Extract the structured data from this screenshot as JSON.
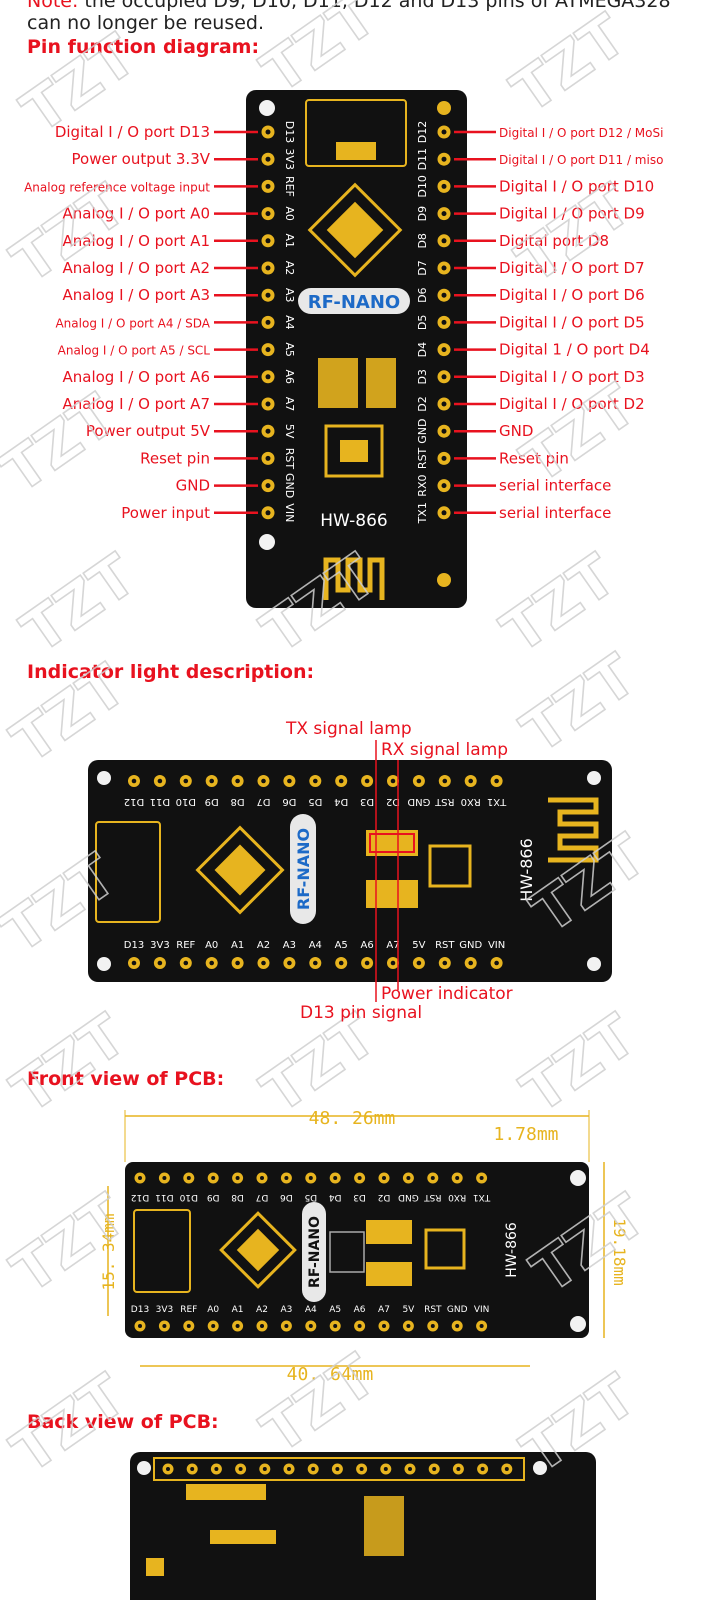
{
  "note": {
    "prefix": "Note:",
    "text": " the occupied D9, D10, D11, D12 and D13 pins of ATMEGA328",
    "text2": "can no longer be reused."
  },
  "sections": {
    "pin_function": "Pin function diagram:",
    "indicator": "Indicator light description:",
    "front_view": "Front view of PCB:",
    "back_view": "Back view of PCB:"
  },
  "watermark": "TZT",
  "board": {
    "chip_label": "RF-NANO",
    "module_label": "HW-866"
  },
  "pins_left": [
    {
      "pin": "D13",
      "label": "Digital I / O port D13"
    },
    {
      "pin": "3V3",
      "label": "Power output 3.3V"
    },
    {
      "pin": "REF",
      "label": "Analog reference voltage input"
    },
    {
      "pin": "A0",
      "label": "Analog I / O port A0"
    },
    {
      "pin": "A1",
      "label": "Analog I / O port A1"
    },
    {
      "pin": "A2",
      "label": "Analog I / O port A2"
    },
    {
      "pin": "A3",
      "label": "Analog I / O port A3"
    },
    {
      "pin": "A4",
      "label": "Analog I / O port A4 / SDA"
    },
    {
      "pin": "A5",
      "label": "Analog I / O port A5 / SCL"
    },
    {
      "pin": "A6",
      "label": "Analog I / O port A6"
    },
    {
      "pin": "A7",
      "label": "Analog I / O port A7"
    },
    {
      "pin": "5V",
      "label": "Power output 5V"
    },
    {
      "pin": "RST",
      "label": "Reset pin"
    },
    {
      "pin": "GND",
      "label": "GND"
    },
    {
      "pin": "VIN",
      "label": "Power input"
    }
  ],
  "pins_right": [
    {
      "pin": "D12",
      "label": "Digital I / O port D12 / MoSi"
    },
    {
      "pin": "D11",
      "label": "Digital I / O port D11 / miso"
    },
    {
      "pin": "D10",
      "label": "Digital I / O port D10"
    },
    {
      "pin": "D9",
      "label": "Digital I / O port D9"
    },
    {
      "pin": "D8",
      "label": "Digital port D8"
    },
    {
      "pin": "D7",
      "label": "Digital I / O port D7"
    },
    {
      "pin": "D6",
      "label": "Digital I / O port D6"
    },
    {
      "pin": "D5",
      "label": "Digital I / O port D5"
    },
    {
      "pin": "D4",
      "label": "Digital 1 / O port D4"
    },
    {
      "pin": "D3",
      "label": "Digital I / O port D3"
    },
    {
      "pin": "D2",
      "label": "Digital I / O port D2"
    },
    {
      "pin": "GND",
      "label": "GND"
    },
    {
      "pin": "RST",
      "label": "Reset pin"
    },
    {
      "pin": "RX0",
      "label": "serial interface"
    },
    {
      "pin": "TX1",
      "label": "serial interface"
    }
  ],
  "indicator_labels": {
    "tx": "TX signal lamp",
    "rx": "RX signal lamp",
    "power": "Power indicator",
    "d13": "D13 pin signal"
  },
  "h_top_pins": [
    "D12",
    "D11",
    "D10",
    "D9",
    "D8",
    "D7",
    "D6",
    "D5",
    "D4",
    "D3",
    "D2",
    "GND",
    "RST",
    "RX0",
    "TX1"
  ],
  "h_bottom_pins": [
    "D13",
    "3V3",
    "REF",
    "A0",
    "A1",
    "A2",
    "A3",
    "A4",
    "A5",
    "A6",
    "A7",
    "5V",
    "RST",
    "GND",
    "VIN"
  ],
  "dimensions": {
    "width": "48. 26mm",
    "pitch": "1.78mm",
    "height_inner": "15. 34mm",
    "height_outer": "19.18mm",
    "bottom": "40. 64mm"
  },
  "colors": {
    "accent": "#e8121f",
    "pcb": "#111111",
    "gold": "#e7b41f"
  }
}
